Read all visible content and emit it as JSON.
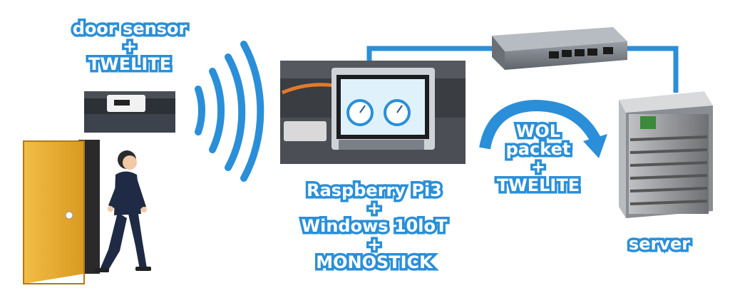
{
  "sensor_label": {
    "l1": "door sensor",
    "l2": "+",
    "l3": "TWELITE"
  },
  "pi_label": {
    "l1": "Raspberry Pi3",
    "l2": "+",
    "l3": "Windows 10loT",
    "l4": "+",
    "l5": "MONOSTICK"
  },
  "wol_label": {
    "l1": "WOL",
    "l2": "packet",
    "l3": "+",
    "l4": "TWELITE"
  },
  "server_label": "server",
  "colors": {
    "accent": "#2a8fd8",
    "door": "#e2a42a",
    "suit": "#1f2a44"
  }
}
